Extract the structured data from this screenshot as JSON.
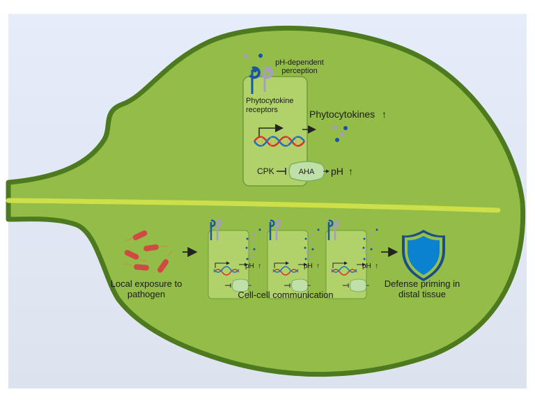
{
  "colors": {
    "background_top": "#e5ecfa",
    "background_bottom": "#dde3ee",
    "leaf_fill": "#94bc48",
    "leaf_outline": "#4e7a1f",
    "midrib": "#cde04a",
    "cell_fill": "#b1d26a",
    "cell_stroke": "#6e9a35",
    "receptor_blue": "#1a56a8",
    "receptor_lilac": "#a79cc9",
    "peptide_blue": "#1a4fb0",
    "peptide_lilac": "#a79cc9",
    "aha_fill": "#bfe0a8",
    "aha_stroke": "#7fae5e",
    "dna_red": "#d9302b",
    "dna_blue": "#1f6fc0",
    "bacteria": "#cf4a43",
    "shield_fill": "#0b82cf",
    "shield_rim": "#1c4d86",
    "shield_inner": "#95c14c",
    "text": "#1a1a1a",
    "arrow": "#222222"
  },
  "top_panel": {
    "perception_label_line1": "pH-dependent",
    "perception_label_line2": "perception",
    "receptors_label_line1": "Phytocytokine",
    "receptors_label_line2": "receptors",
    "phytocytokines_label": "Phytocytokines",
    "up_arrow": "↑",
    "cpk_label": "CPK",
    "aha_label": "AHA",
    "ph_label": "pH"
  },
  "bottom_panel": {
    "pathogen_label_line1": "Local exposure to",
    "pathogen_label_line2": "pathogen",
    "communication_label": "Cell-cell communication",
    "defense_label_line1": "Defense priming in",
    "defense_label_line2": "distal tissue",
    "cells": [
      {
        "ph_label": "pH",
        "up_arrow": "↑"
      },
      {
        "ph_label": "pH",
        "up_arrow": "↑"
      },
      {
        "ph_label": "pH",
        "up_arrow": "↑"
      }
    ]
  },
  "icons": {
    "receptor": "receptor-icon",
    "dna": "dna-icon",
    "bacterium": "bacterium-icon",
    "shield": "shield-icon",
    "aha_pump": "aha-pump-icon",
    "peptide": "peptide-icon"
  }
}
